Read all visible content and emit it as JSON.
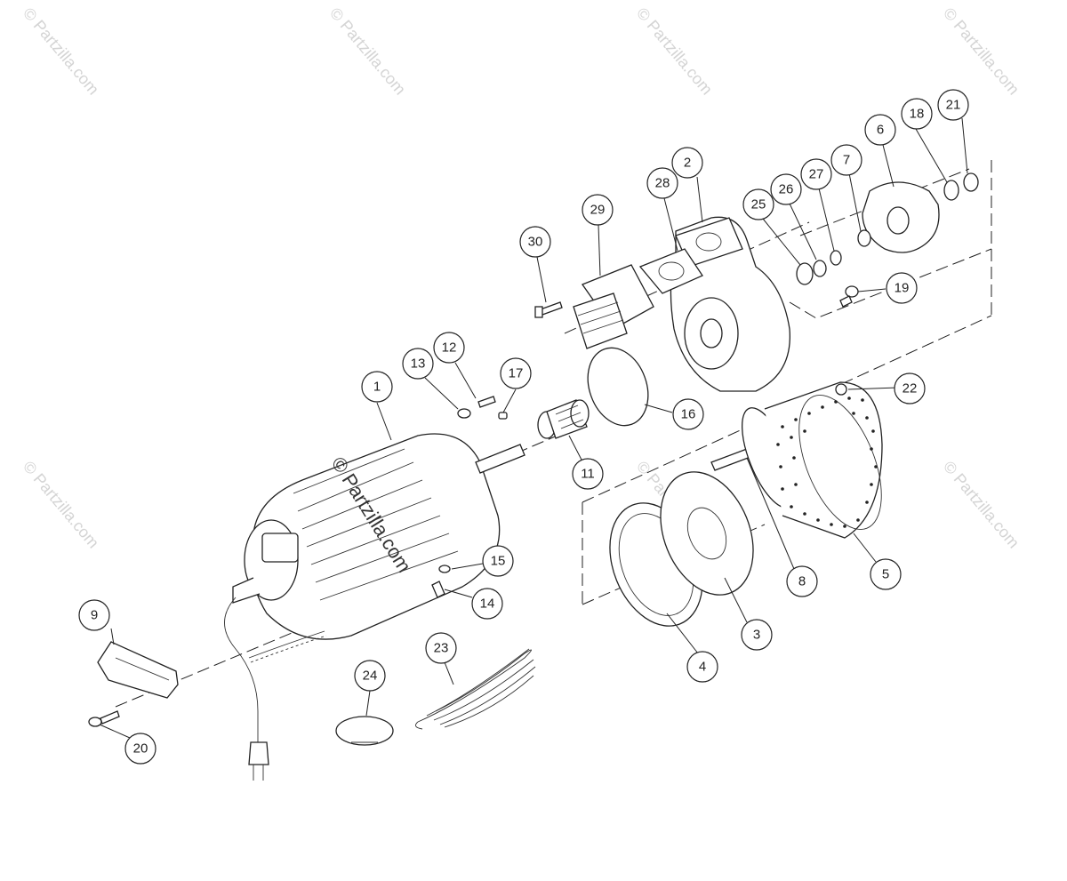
{
  "watermark": {
    "text": "© Partzilla.com"
  },
  "callouts": [
    {
      "id": "1",
      "label": "1"
    },
    {
      "id": "2",
      "label": "2"
    },
    {
      "id": "3",
      "label": "3"
    },
    {
      "id": "4",
      "label": "4"
    },
    {
      "id": "5",
      "label": "5"
    },
    {
      "id": "6",
      "label": "6"
    },
    {
      "id": "7",
      "label": "7"
    },
    {
      "id": "8",
      "label": "8"
    },
    {
      "id": "9",
      "label": "9"
    },
    {
      "id": "11",
      "label": "11"
    },
    {
      "id": "12",
      "label": "12"
    },
    {
      "id": "13",
      "label": "13"
    },
    {
      "id": "14",
      "label": "14"
    },
    {
      "id": "15",
      "label": "15"
    },
    {
      "id": "16",
      "label": "16"
    },
    {
      "id": "17",
      "label": "17"
    },
    {
      "id": "18",
      "label": "18"
    },
    {
      "id": "19",
      "label": "19"
    },
    {
      "id": "20",
      "label": "20"
    },
    {
      "id": "21",
      "label": "21"
    },
    {
      "id": "22",
      "label": "22"
    },
    {
      "id": "23",
      "label": "23"
    },
    {
      "id": "24",
      "label": "24"
    },
    {
      "id": "25",
      "label": "25"
    },
    {
      "id": "26",
      "label": "26"
    },
    {
      "id": "27",
      "label": "27"
    },
    {
      "id": "28",
      "label": "28"
    },
    {
      "id": "29",
      "label": "29"
    },
    {
      "id": "30",
      "label": "30"
    }
  ]
}
